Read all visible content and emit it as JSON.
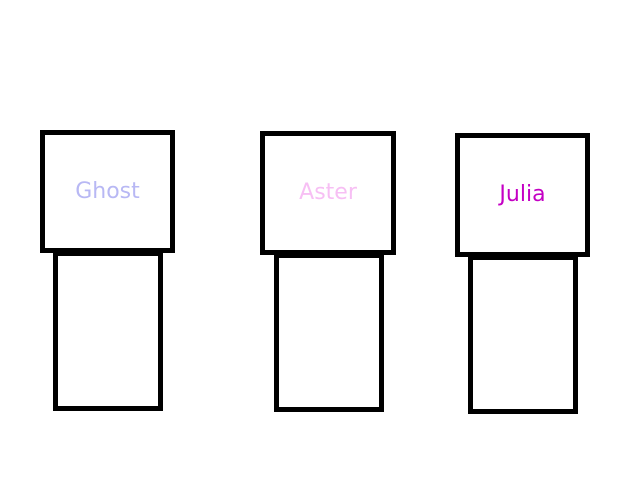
{
  "characters": [
    {
      "name": "Ghost",
      "color": "#b8b8f4"
    },
    {
      "name": "Aster",
      "color": "#f7bff4"
    },
    {
      "name": "Julia",
      "color": "#c400c4"
    }
  ]
}
